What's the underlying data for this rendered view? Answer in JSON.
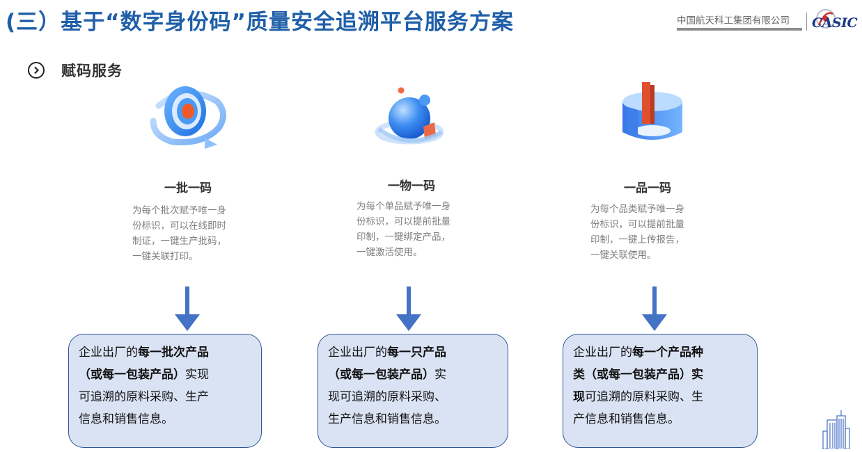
{
  "header": {
    "title": "(三）基于“数字身份码”质量安全追溯平台服务方案",
    "company": "中国航天科工集团有限公司",
    "logo_text": "CASIC"
  },
  "section": {
    "label": "赋码服务",
    "icon": "chevron-right-circle-icon"
  },
  "cards": [
    {
      "icon": "target-icon",
      "title": "一批一码",
      "desc_lines": [
        "为每个批次赋予唯一身",
        "份标识，可以在线即时",
        "制证，一键生产批码，",
        "一键关联打印。"
      ]
    },
    {
      "icon": "sphere-icon",
      "title": "一物一码",
      "desc_lines": [
        "为每个单品赋予唯一身",
        "份标识，可以提前批量",
        "印制，一键绑定产品，",
        "一键激活使用。"
      ]
    },
    {
      "icon": "cylinder-chart-icon",
      "title": "一品一码",
      "desc_lines": [
        "为每个品类赋予唯一身",
        "份标识，可以提前批量",
        "印制，一键上传报告，",
        "一键关联使用。"
      ]
    }
  ],
  "boxes": [
    {
      "lines": [
        [
          {
            "t": "企业出厂的",
            "b": false
          },
          {
            "t": "每一批次产品",
            "b": true
          }
        ],
        [
          {
            "t": "（或每一包装产品）",
            "b": true
          },
          {
            "t": "实现",
            "b": false
          }
        ],
        [
          {
            "t": "可追溯的原料采购、生产",
            "b": false
          }
        ],
        [
          {
            "t": "信息和销售信息。",
            "b": false
          }
        ]
      ]
    },
    {
      "lines": [
        [
          {
            "t": "企业出厂的",
            "b": false
          },
          {
            "t": "每一只产品",
            "b": true
          }
        ],
        [
          {
            "t": "（或每一包装产品）",
            "b": true
          },
          {
            "t": "实",
            "b": false
          }
        ],
        [
          {
            "t": "现可追溯的原料采购、",
            "b": false
          }
        ],
        [
          {
            "t": "生产信息和销售信息。",
            "b": false
          }
        ]
      ]
    },
    {
      "lines": [
        [
          {
            "t": "企业出厂的",
            "b": false
          },
          {
            "t": "每一个产品种",
            "b": true
          }
        ],
        [
          {
            "t": "类（或每一包装产品）实",
            "b": true
          }
        ],
        [
          {
            "t": "现",
            "b": true
          },
          {
            "t": "可追溯的原料采购、生",
            "b": false
          }
        ],
        [
          {
            "t": "产信息和销售信息。",
            "b": false
          }
        ]
      ]
    }
  ],
  "colors": {
    "title": "#1f5fa8",
    "arrow": "#4472c4",
    "box_fill": "#dae3f3",
    "box_border": "#2f5597",
    "accent_orange": "#e8603c"
  }
}
